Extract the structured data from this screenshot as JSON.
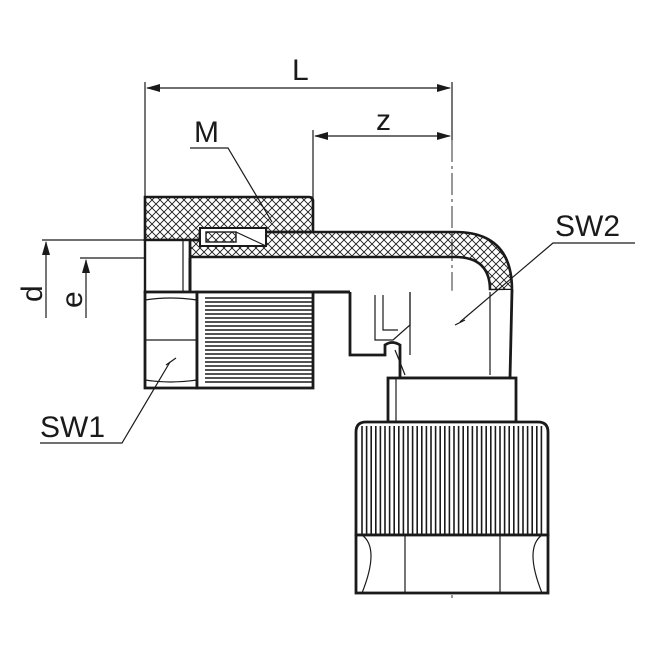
{
  "labels": {
    "L": "L",
    "z": "z",
    "M": "M",
    "d": "d",
    "e": "e",
    "SW1": "SW1",
    "SW2": "SW2"
  },
  "colors": {
    "line": "#1a1a1a",
    "background": "#ffffff"
  }
}
